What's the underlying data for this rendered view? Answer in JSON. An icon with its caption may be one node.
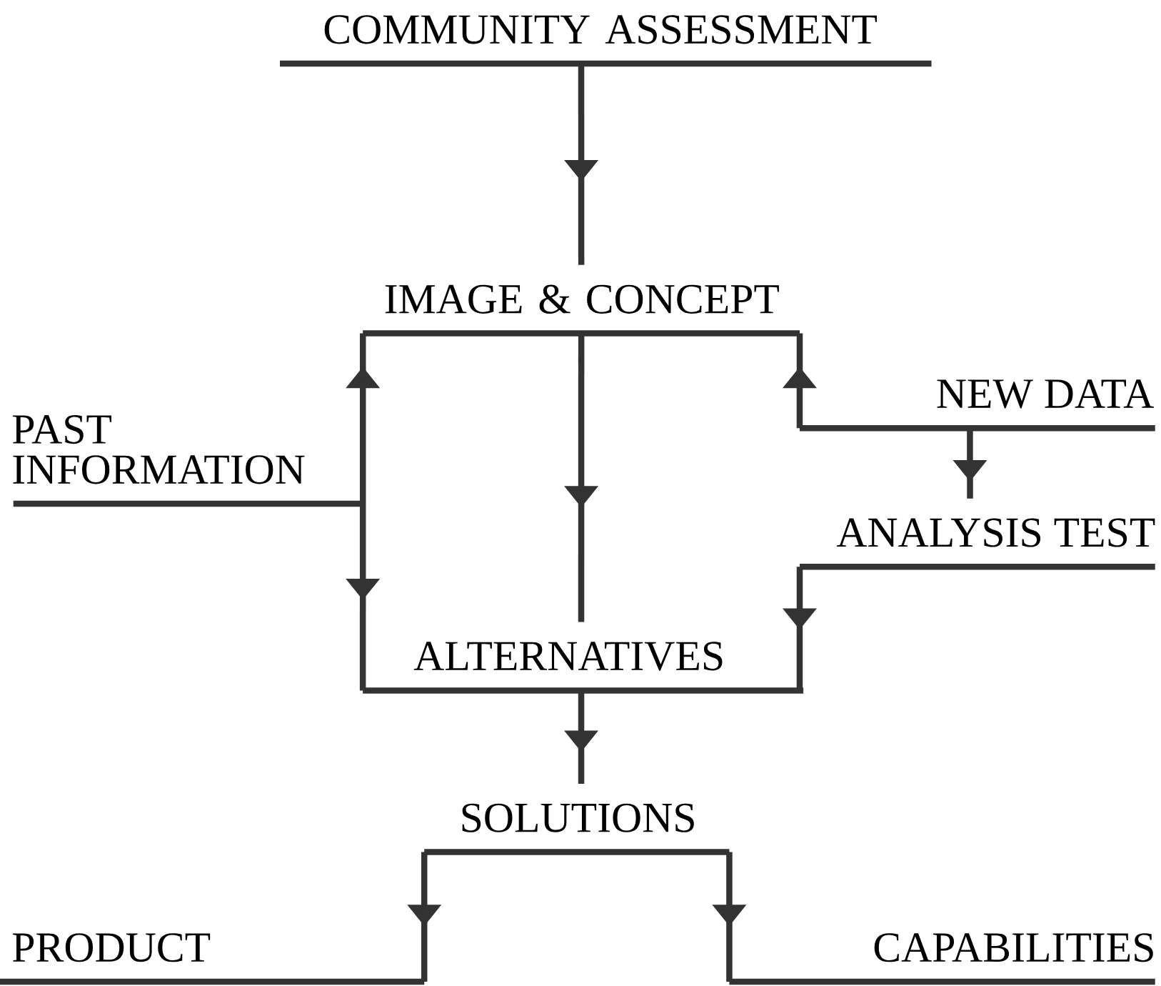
{
  "diagram": {
    "nodes": [
      {
        "text": [
          "COMMUNITY ASSESSMENT"
        ]
      },
      {
        "text": [
          "IMAGE & CONCEPT"
        ]
      },
      {
        "text": [
          "PAST INFORMATION"
        ]
      },
      {
        "text": [
          "NEW DATA"
        ]
      },
      {
        "text": [
          "ANALYSIS TEST"
        ]
      },
      {
        "text": [
          "ALTERNATIVES"
        ]
      },
      {
        "text": [
          "SOLUTIONS"
        ]
      },
      {
        "text": [
          "PRODUCT"
        ]
      },
      {
        "text": [
          "CAPABILITIES"
        ]
      }
    ],
    "edges": [
      {
        "from": 0,
        "to": 1,
        "arrow": "to"
      },
      {
        "from": 1,
        "to": 5,
        "arrow": "to"
      },
      {
        "from": 2,
        "to": 1,
        "arrow": "to"
      },
      {
        "from": 2,
        "to": 5,
        "arrow": "to"
      },
      {
        "from": 3,
        "to": 1,
        "arrow": "to"
      },
      {
        "from": 3,
        "to": 4,
        "arrow": "to"
      },
      {
        "from": 4,
        "to": 5,
        "arrow": "to"
      },
      {
        "from": 5,
        "to": 6,
        "arrow": "to"
      },
      {
        "from": 6,
        "to": 7,
        "arrow": "to"
      },
      {
        "from": 6,
        "to": 8,
        "arrow": "to"
      }
    ]
  }
}
